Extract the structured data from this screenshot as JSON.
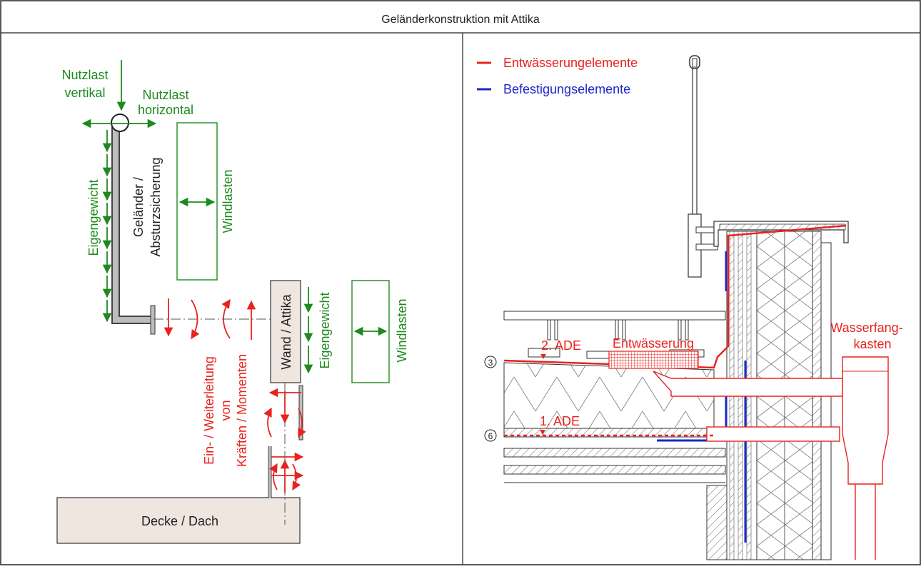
{
  "header": {
    "title": "Geländerkonstruktion mit Attika"
  },
  "left_panel": {
    "load_vertical": [
      "Nutzlast",
      "vertikal"
    ],
    "load_horizontal": [
      "Nutzlast",
      "horizontal"
    ],
    "self_weight_railing": "Eigengewicht",
    "railing": [
      "Geländer /",
      "Absturzsicherung"
    ],
    "wind_loads_1": "Windlasten",
    "wall": "Wand / Attika",
    "self_weight_wall": "Eigengewicht",
    "wind_loads_2": "Windlasten",
    "transfer": [
      "Ein- / Weiterleitung",
      "von",
      "Kräften / Momenten"
    ],
    "slab": "Decke / Dach"
  },
  "right_panel": {
    "legend": [
      {
        "label": "Entwässerungelemente",
        "color": "#e8231f"
      },
      {
        "label": "Befestigungselemente",
        "color": "#1a28c8"
      }
    ],
    "drainage": "Entwässerung",
    "water_box": [
      "Wasserfang-",
      "kasten"
    ],
    "ade2": "2. ADE",
    "ade1": "1. ADE",
    "marker_3": "3",
    "marker_6": "6"
  },
  "colors": {
    "green": "#1e8a1e",
    "red": "#e8231f",
    "blue": "#1a28c8",
    "beige": "#efe6df"
  }
}
